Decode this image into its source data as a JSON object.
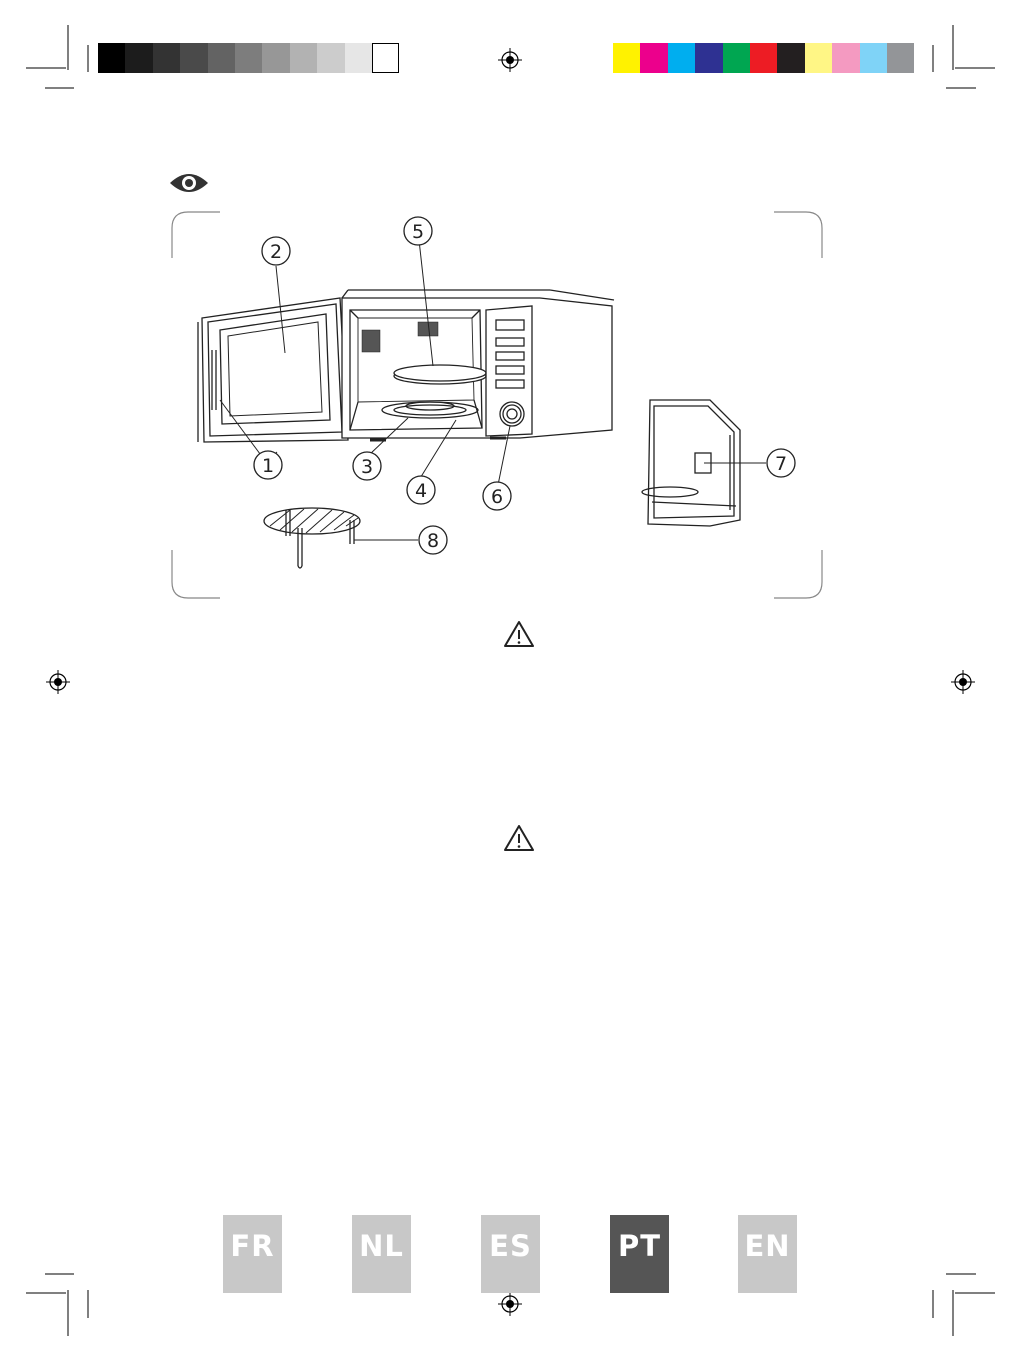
{
  "colors": {
    "gray_bar": [
      "#000000",
      "#1c1c1c",
      "#333333",
      "#4a4a4a",
      "#636363",
      "#7d7d7d",
      "#979797",
      "#b2b2b2",
      "#cccccc",
      "#e6e6e6",
      "#ffffff"
    ],
    "color_bar": [
      "#fff200",
      "#ec008c",
      "#00aeef",
      "#2e3192",
      "#00a651",
      "#ed1c24",
      "#231f20",
      "#fff685",
      "#f49ac1",
      "#7fd3f7",
      "#939598"
    ],
    "lang_inactive": "#c8c8c8",
    "lang_active": "#555555"
  },
  "icons": {
    "view": "eye-icon",
    "warning": "warning-triangle-icon",
    "registration": "registration-mark-icon"
  },
  "callouts": [
    "1",
    "2",
    "3",
    "4",
    "5",
    "6",
    "7",
    "8"
  ],
  "languages": [
    {
      "code": "FR",
      "active": false
    },
    {
      "code": "NL",
      "active": false
    },
    {
      "code": "ES",
      "active": false
    },
    {
      "code": "PT",
      "active": true
    },
    {
      "code": "EN",
      "active": false
    }
  ]
}
